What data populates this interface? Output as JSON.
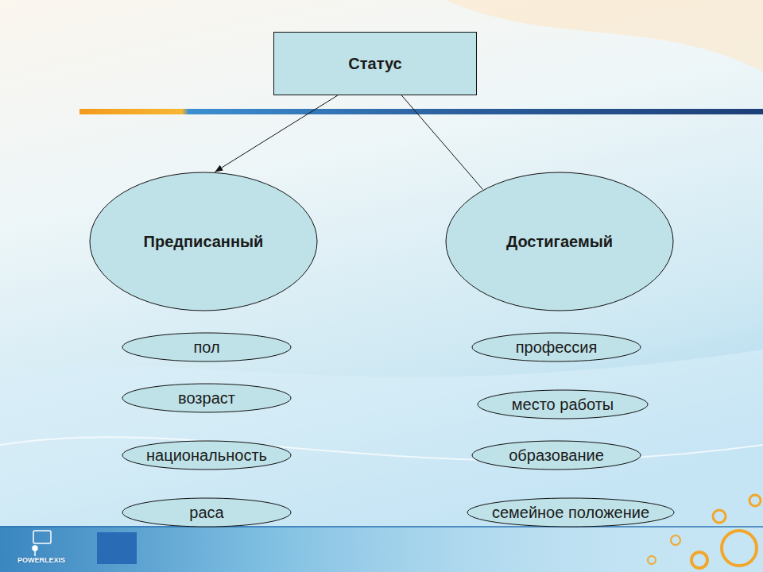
{
  "diagram": {
    "nodes": [
      {
        "text": [
          "Статус"
        ]
      },
      {
        "text": [
          "Предписанный"
        ]
      },
      {
        "text": [
          "Достигаемый"
        ]
      },
      {
        "text": [
          "пол"
        ]
      },
      {
        "text": [
          "возраст"
        ]
      },
      {
        "text": [
          "национальность"
        ]
      },
      {
        "text": [
          "раса"
        ]
      },
      {
        "text": [
          "профессия"
        ]
      },
      {
        "text": [
          "место работы"
        ]
      },
      {
        "text": [
          "образование"
        ]
      },
      {
        "text": [
          "семейное положение"
        ]
      }
    ],
    "edges": [
      {
        "from": 0,
        "to": 1,
        "arrow": "to"
      },
      {
        "from": 0,
        "to": 2,
        "arrow": "none"
      }
    ],
    "labels": [
      "POWERLEXIS"
    ]
  }
}
